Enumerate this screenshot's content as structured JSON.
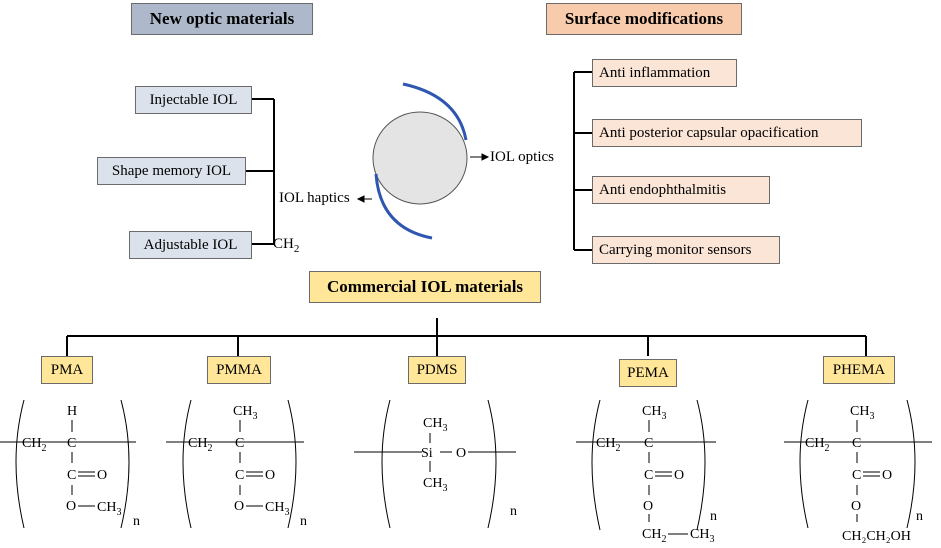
{
  "headers": {
    "new_optic": "New optic materials",
    "surface": "Surface modifications",
    "commercial": "Commercial IOL materials"
  },
  "new_optic_items": [
    "Injectable IOL",
    "Shape memory IOL",
    "Adjustable IOL"
  ],
  "surface_items": [
    "Anti inflammation",
    "Anti posterior capsular opacification",
    "Anti endophthalmitis",
    "Carrying monitor sensors"
  ],
  "center": {
    "optics_label": "IOL optics",
    "haptics_label": "IOL haptics",
    "stray_ch": "CH",
    "stray_sub": "2"
  },
  "materials": [
    "PMA",
    "PMMA",
    "PDMS",
    "PEMA",
    "PHEMA"
  ],
  "chem": {
    "ch": "CH",
    "sub2": "2",
    "sub3": "3",
    "c": "C",
    "h": "H",
    "o": "O",
    "si": "Si",
    "n": "n",
    "c_eq_o": "C═O",
    "o_ch3": "O—CH",
    "ch2ch2oh": "CH₂CH₂OH",
    "ch2_ch3": "CH₂—CH"
  },
  "colors": {
    "blue_header": "#adb9ca",
    "blue_box": "#dbe2ec",
    "pink_header": "#f8cbad",
    "pink_box": "#fbe5d6",
    "yellow": "#ffe699",
    "haptic_arc": "#2f56b0",
    "lens_fill": "#e4e4e4"
  }
}
